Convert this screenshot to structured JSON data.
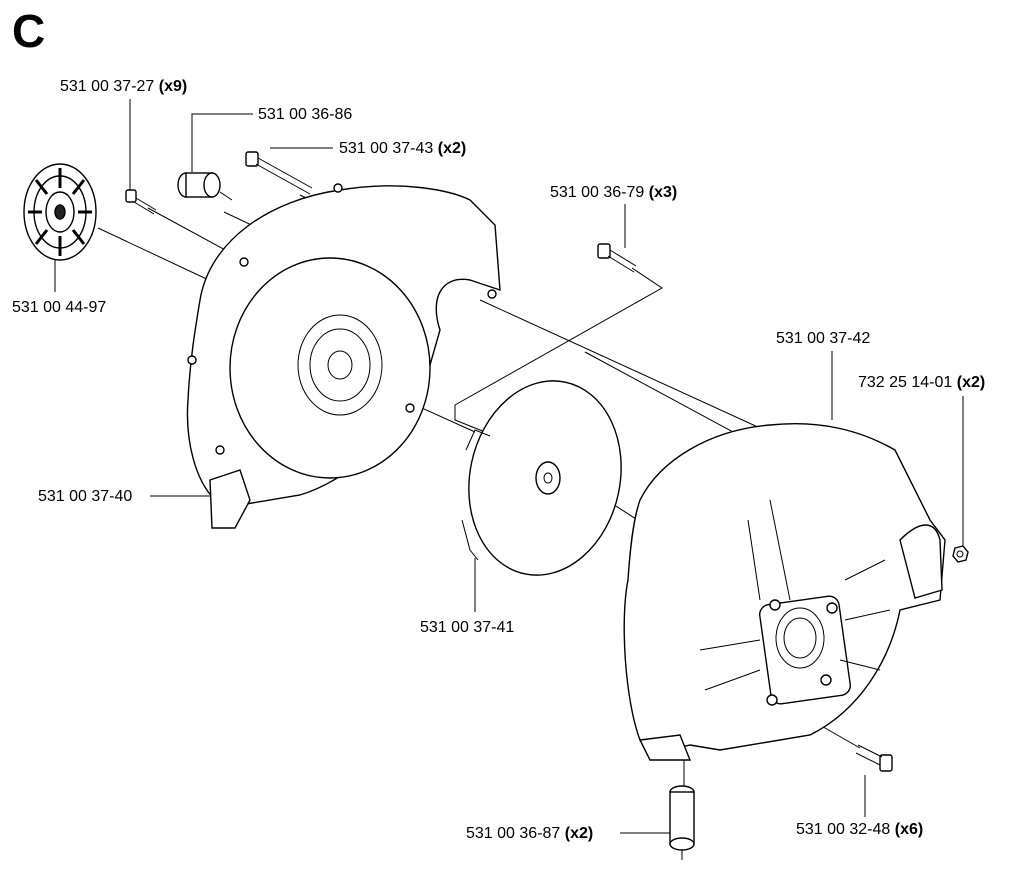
{
  "diagram": {
    "section": "C",
    "callouts": [
      {
        "id": "p1",
        "number": "531 00 37-27",
        "qty": "(x9)"
      },
      {
        "id": "p2",
        "number": "531 00 36-86",
        "qty": ""
      },
      {
        "id": "p3",
        "number": "531 00 37-43",
        "qty": "(x2)"
      },
      {
        "id": "p4",
        "number": "531 00 36-79",
        "qty": "(x3)"
      },
      {
        "id": "p5",
        "number": "531 00 44-97",
        "qty": ""
      },
      {
        "id": "p6",
        "number": "531 00 37-42",
        "qty": ""
      },
      {
        "id": "p7",
        "number": "732 25 14-01",
        "qty": "(x2)"
      },
      {
        "id": "p8",
        "number": "531 00 37-40",
        "qty": ""
      },
      {
        "id": "p9",
        "number": "531 00 37-41",
        "qty": ""
      },
      {
        "id": "p10",
        "number": "531 00 36-87",
        "qty": "(x2)"
      },
      {
        "id": "p11",
        "number": "531 00 32-48",
        "qty": "(x6)"
      }
    ]
  }
}
